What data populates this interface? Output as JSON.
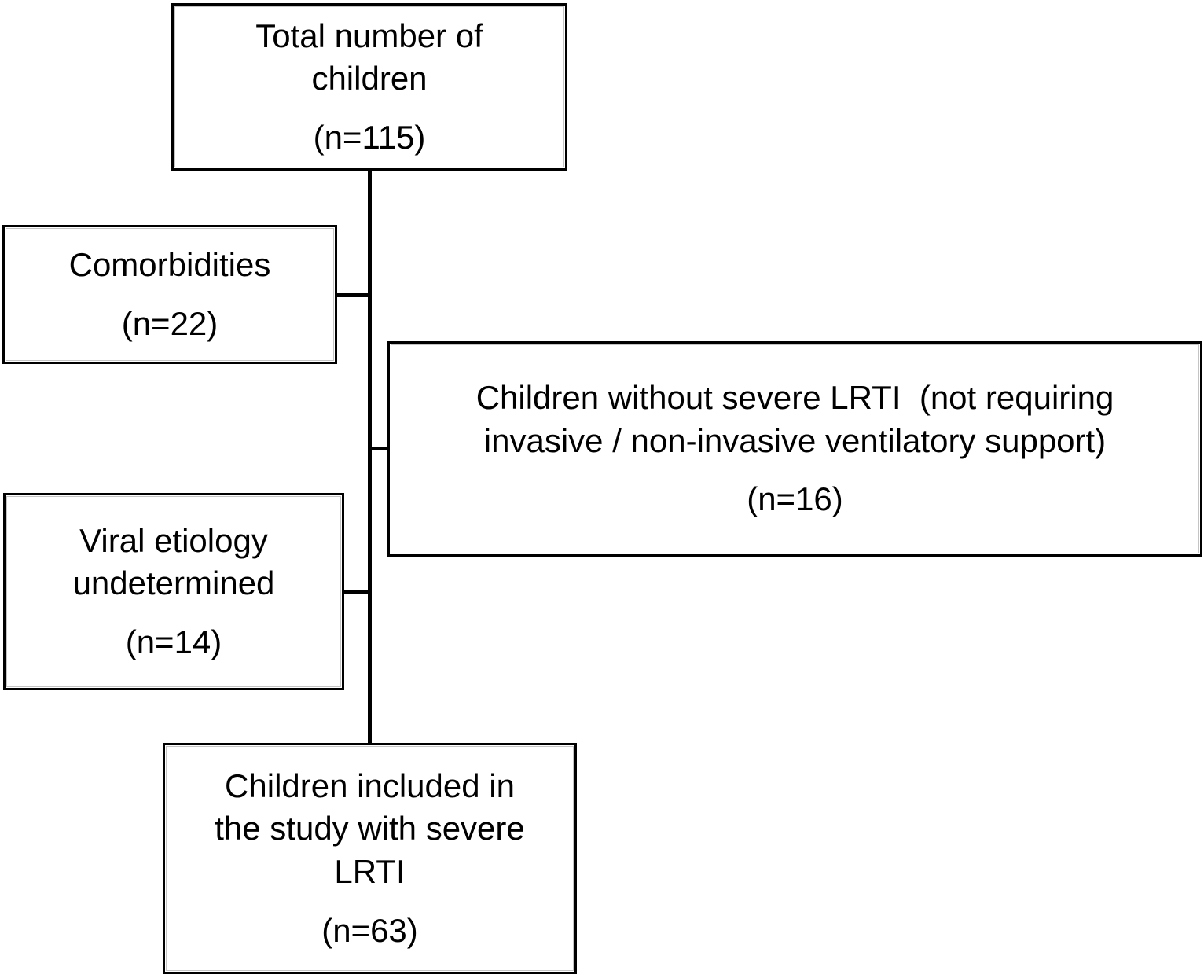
{
  "colors": {
    "background": "#ffffff",
    "box_fill": "#ffffff",
    "box_border": "#000000",
    "text": "#000000"
  },
  "boxes": {
    "total": {
      "label": "Total number of\nchildren",
      "count": "(n=115)"
    },
    "comorbidities": {
      "label": "Comorbidities",
      "count": "(n=22)"
    },
    "no_severe_lrti": {
      "label": "Children without severe LRTI  (not requiring\ninvasive / non-invasive ventilatory support)",
      "count": "(n=16)"
    },
    "viral_undetermined": {
      "label": "Viral etiology\nundetermined",
      "count": "(n=14)"
    },
    "included": {
      "label": "Children included in\nthe study with severe\nLRTI",
      "count": "(n=63)"
    }
  }
}
